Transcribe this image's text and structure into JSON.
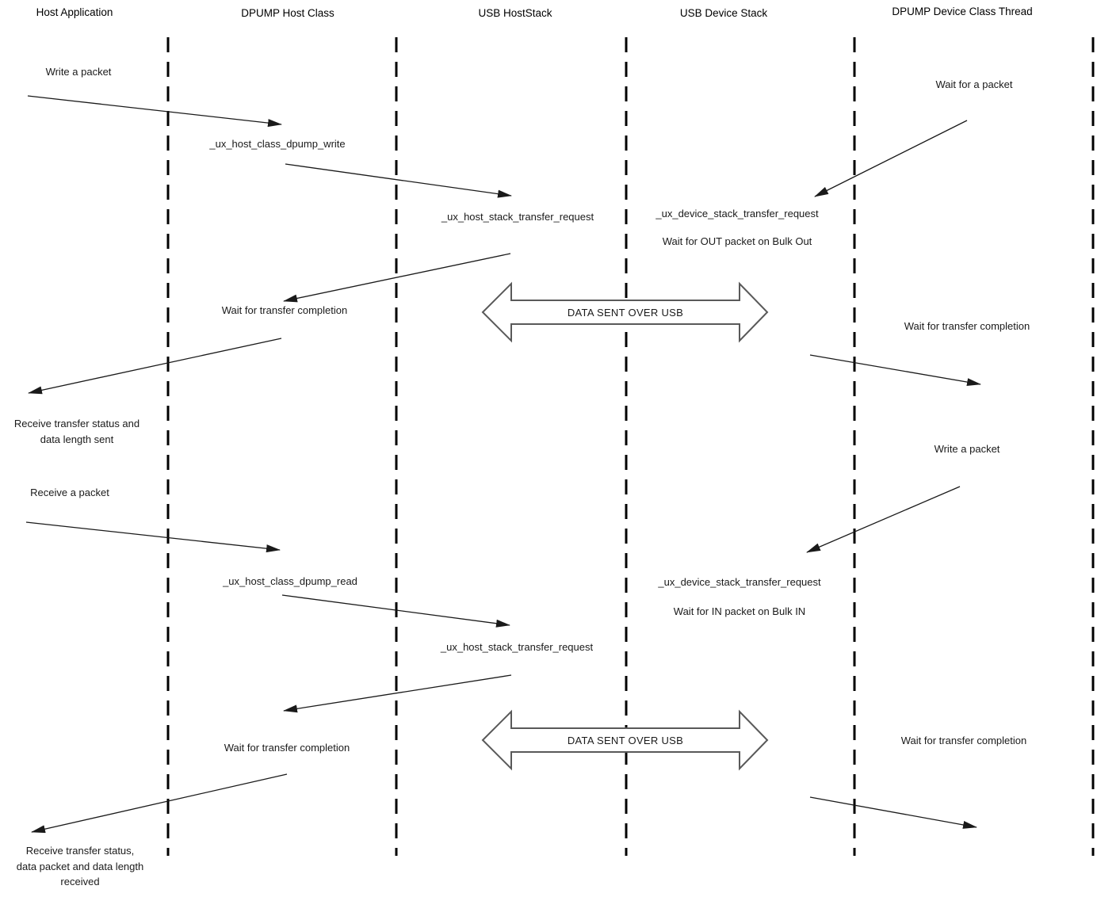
{
  "lanes": [
    {
      "label": "Host Application"
    },
    {
      "label": "DPUMP Host Class"
    },
    {
      "label": "USB HostStack"
    },
    {
      "label": "USB Device Stack"
    },
    {
      "label": "DPUMP Device Class Thread"
    }
  ],
  "labels": {
    "host_write_packet": "Write a packet",
    "host_class_dpump_write": "_ux_host_class_dpump_write",
    "host_stack_transfer_request_1": "_ux_host_stack_transfer_request",
    "host_wait_completion_1": "Wait for transfer completion",
    "host_receive_status_sent": "Receive transfer status and\ndata length sent",
    "host_receive_packet": "Receive a packet",
    "host_class_dpump_read": "_ux_host_class_dpump_read",
    "host_stack_transfer_request_2": "_ux_host_stack_transfer_request",
    "host_wait_completion_2": "Wait for transfer completion",
    "host_receive_status_received": "Receive transfer status,\ndata packet and data length\nreceived",
    "device_wait_packet": "Wait for a packet",
    "device_stack_transfer_request_1": "_ux_device_stack_transfer_request",
    "device_wait_out_bulk": "Wait for OUT packet on Bulk Out",
    "usb_data_banner_1": "DATA SENT OVER USB",
    "device_wait_completion_1": "Wait for transfer completion",
    "device_write_packet": "Write a packet",
    "device_stack_transfer_request_2": "_ux_device_stack_transfer_request",
    "device_wait_in_bulk": "Wait for IN packet on Bulk IN",
    "usb_data_banner_2": "DATA SENT OVER USB",
    "device_wait_completion_2": "Wait for transfer completion"
  },
  "colors": {
    "line": "#1a1a1a",
    "banner_outline": "#595959",
    "background": "#ffffff"
  }
}
